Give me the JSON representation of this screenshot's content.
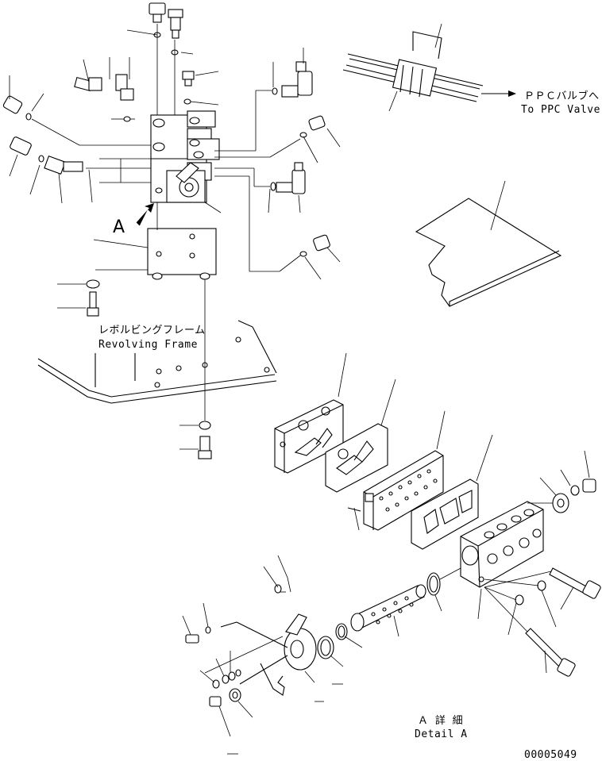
{
  "labels": {
    "ppc_jp": "ＰＰＣバルブへ",
    "ppc_en": "To PPC Valve",
    "frame_jp": "レボルビングフレーム",
    "frame_en": "Revolving Frame",
    "view_letter": "A",
    "detail_jp": "Ａ 詳 細",
    "detail_en": "Detail A",
    "drawing_number": "00005049"
  }
}
